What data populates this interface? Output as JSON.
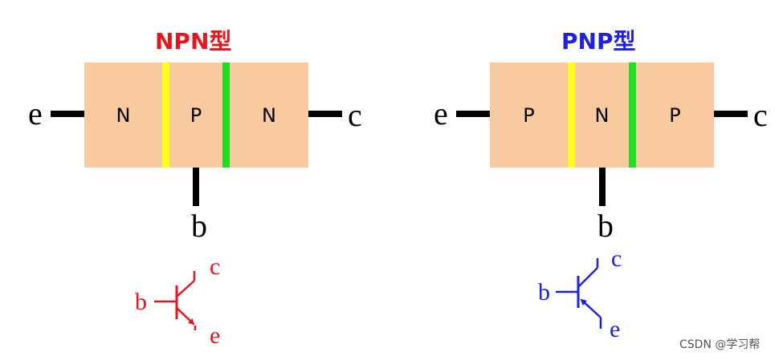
{
  "npn": {
    "title": "NPN型",
    "regions": [
      "N",
      "P",
      "N"
    ],
    "terminals": {
      "emitter": "e",
      "base": "b",
      "collector": "c"
    },
    "symbol": {
      "base": "b",
      "collector": "c",
      "emitter": "e"
    },
    "color": "#e8141e"
  },
  "pnp": {
    "title": "PNP型",
    "regions": [
      "P",
      "N",
      "P"
    ],
    "terminals": {
      "emitter": "e",
      "base": "b",
      "collector": "c"
    },
    "symbol": {
      "base": "b",
      "collector": "c",
      "emitter": "e"
    },
    "color": "#2020e0"
  },
  "colors": {
    "block": "#f7caa0",
    "junction_left": "#ffff1a",
    "junction_right": "#22dd22"
  },
  "watermark": "CSDN @学习帮"
}
